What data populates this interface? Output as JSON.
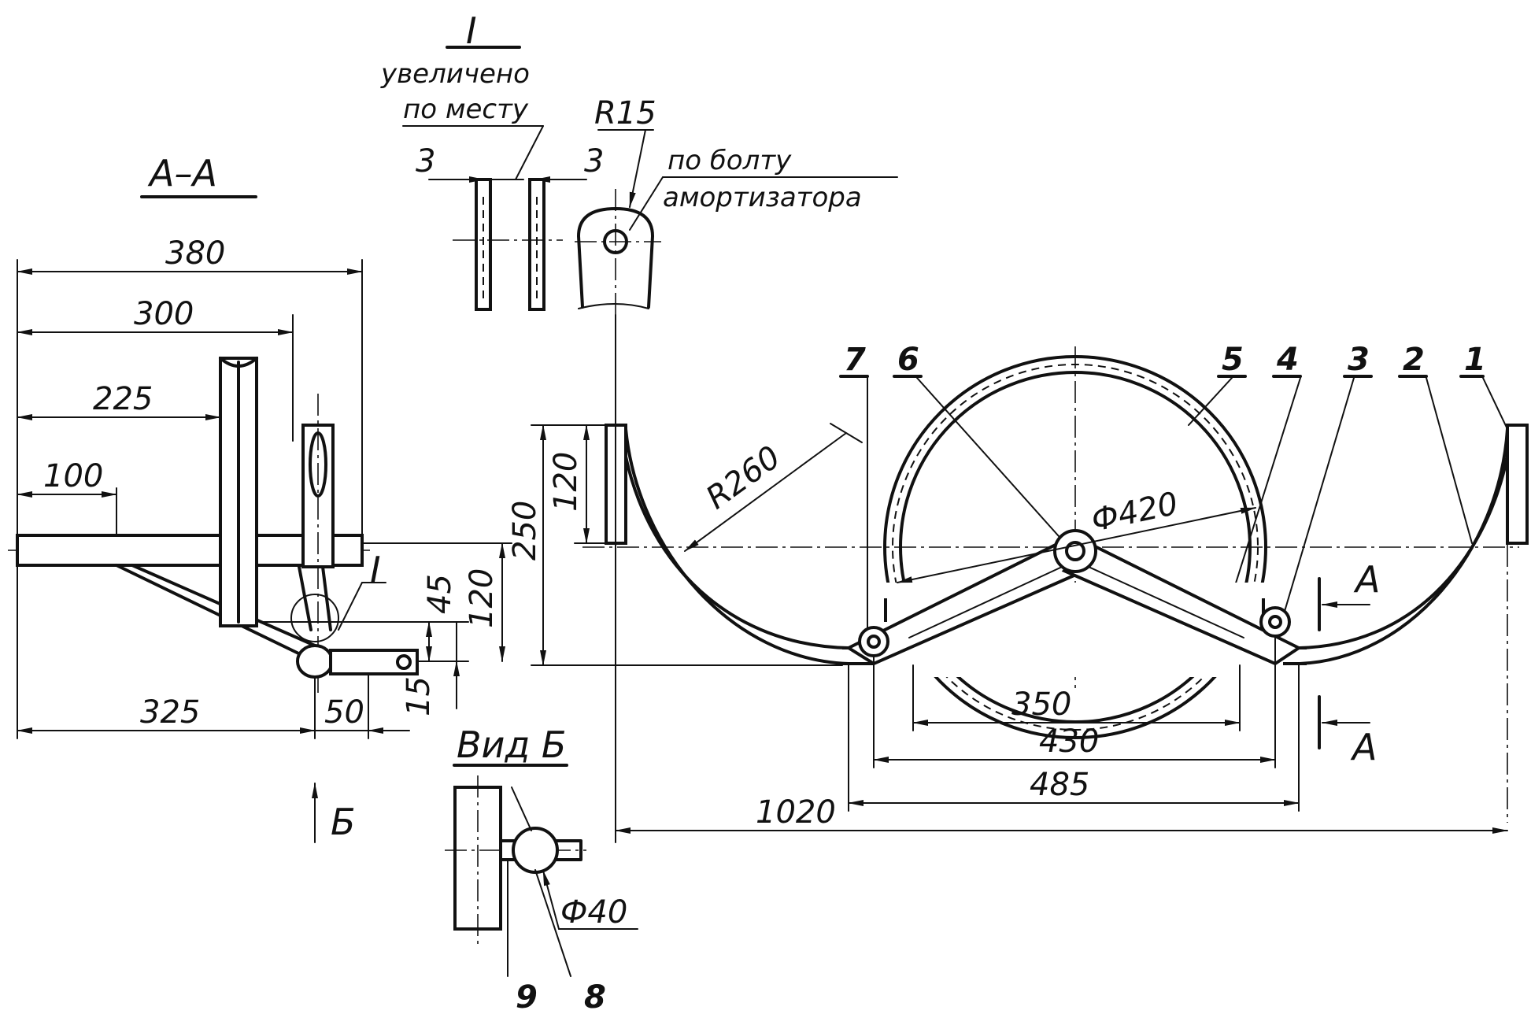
{
  "section_aa": {
    "title": "А–А",
    "dims": {
      "d380": "380",
      "d300": "300",
      "d225": "225",
      "d100": "100",
      "d325": "325",
      "d50": "50",
      "d15": "15",
      "d45": "45",
      "d120": "120"
    },
    "view_arrow": "Б",
    "detail_callout": "I"
  },
  "detail_i": {
    "title": "I",
    "note_line1": "увеличено",
    "note_line2": "по месту",
    "gap_left": "3",
    "gap_right": "3",
    "radius": "R15",
    "bolt_note_line1": "по болту",
    "bolt_note_line2": "амортизатора"
  },
  "view_b": {
    "title": "Вид Б",
    "diameter": "Ф40",
    "part_9": "9",
    "part_8": "8"
  },
  "main_view": {
    "parts": [
      "7",
      "6",
      "5",
      "4",
      "3",
      "2",
      "1"
    ],
    "radius": "R260",
    "wheel_diameter": "Ф420",
    "dims": {
      "d250": "250",
      "d120": "120",
      "d350": "350",
      "d430": "430",
      "d485": "485",
      "d1020": "1020"
    },
    "section_mark": "А"
  }
}
